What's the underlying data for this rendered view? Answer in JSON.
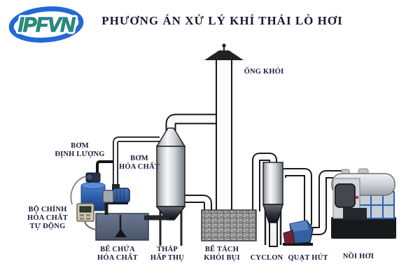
{
  "header": {
    "logo_text": "IPFVN",
    "title": "PHƯƠNG ÁN XỬ LÝ KHÍ THẢI LÒ HƠI"
  },
  "labels": {
    "chimney": "ỐNG KHÓI",
    "metering_pump": "BƠM\nĐỊNH LƯỢNG",
    "chemical_pump": "BƠM\nHÓA CHẤT",
    "auto_chemical_controller": "BỘ CHỈNH\nHÓA CHẤT\nTỰ ĐỘNG",
    "chemical_tank": "BỂ CHỨA\nHÓA CHẤT",
    "absorption_tower": "THÁP\nHẤP THỤ",
    "dust_separation_tank": "BỂ TÁCH\nKHÓI BỤI",
    "cyclone": "CYCLON",
    "suction_fan": "QUẠT HÚT",
    "boiler": "NỒI HƠI"
  },
  "colors": {
    "label_text": "#1a1a3c",
    "logo_green": "#27a127",
    "logo_blue": "#2268d6",
    "chemical_tank_slate": "#5c6a82",
    "pump_blue": "#2f5fa8",
    "fan_blue": "#35609f",
    "fan_maroon": "#6d2331",
    "boiler_grid_blue": "#2a5fb5",
    "boiler_red_dot": "#c22222",
    "pipe_outline": "#1a1a1a"
  }
}
